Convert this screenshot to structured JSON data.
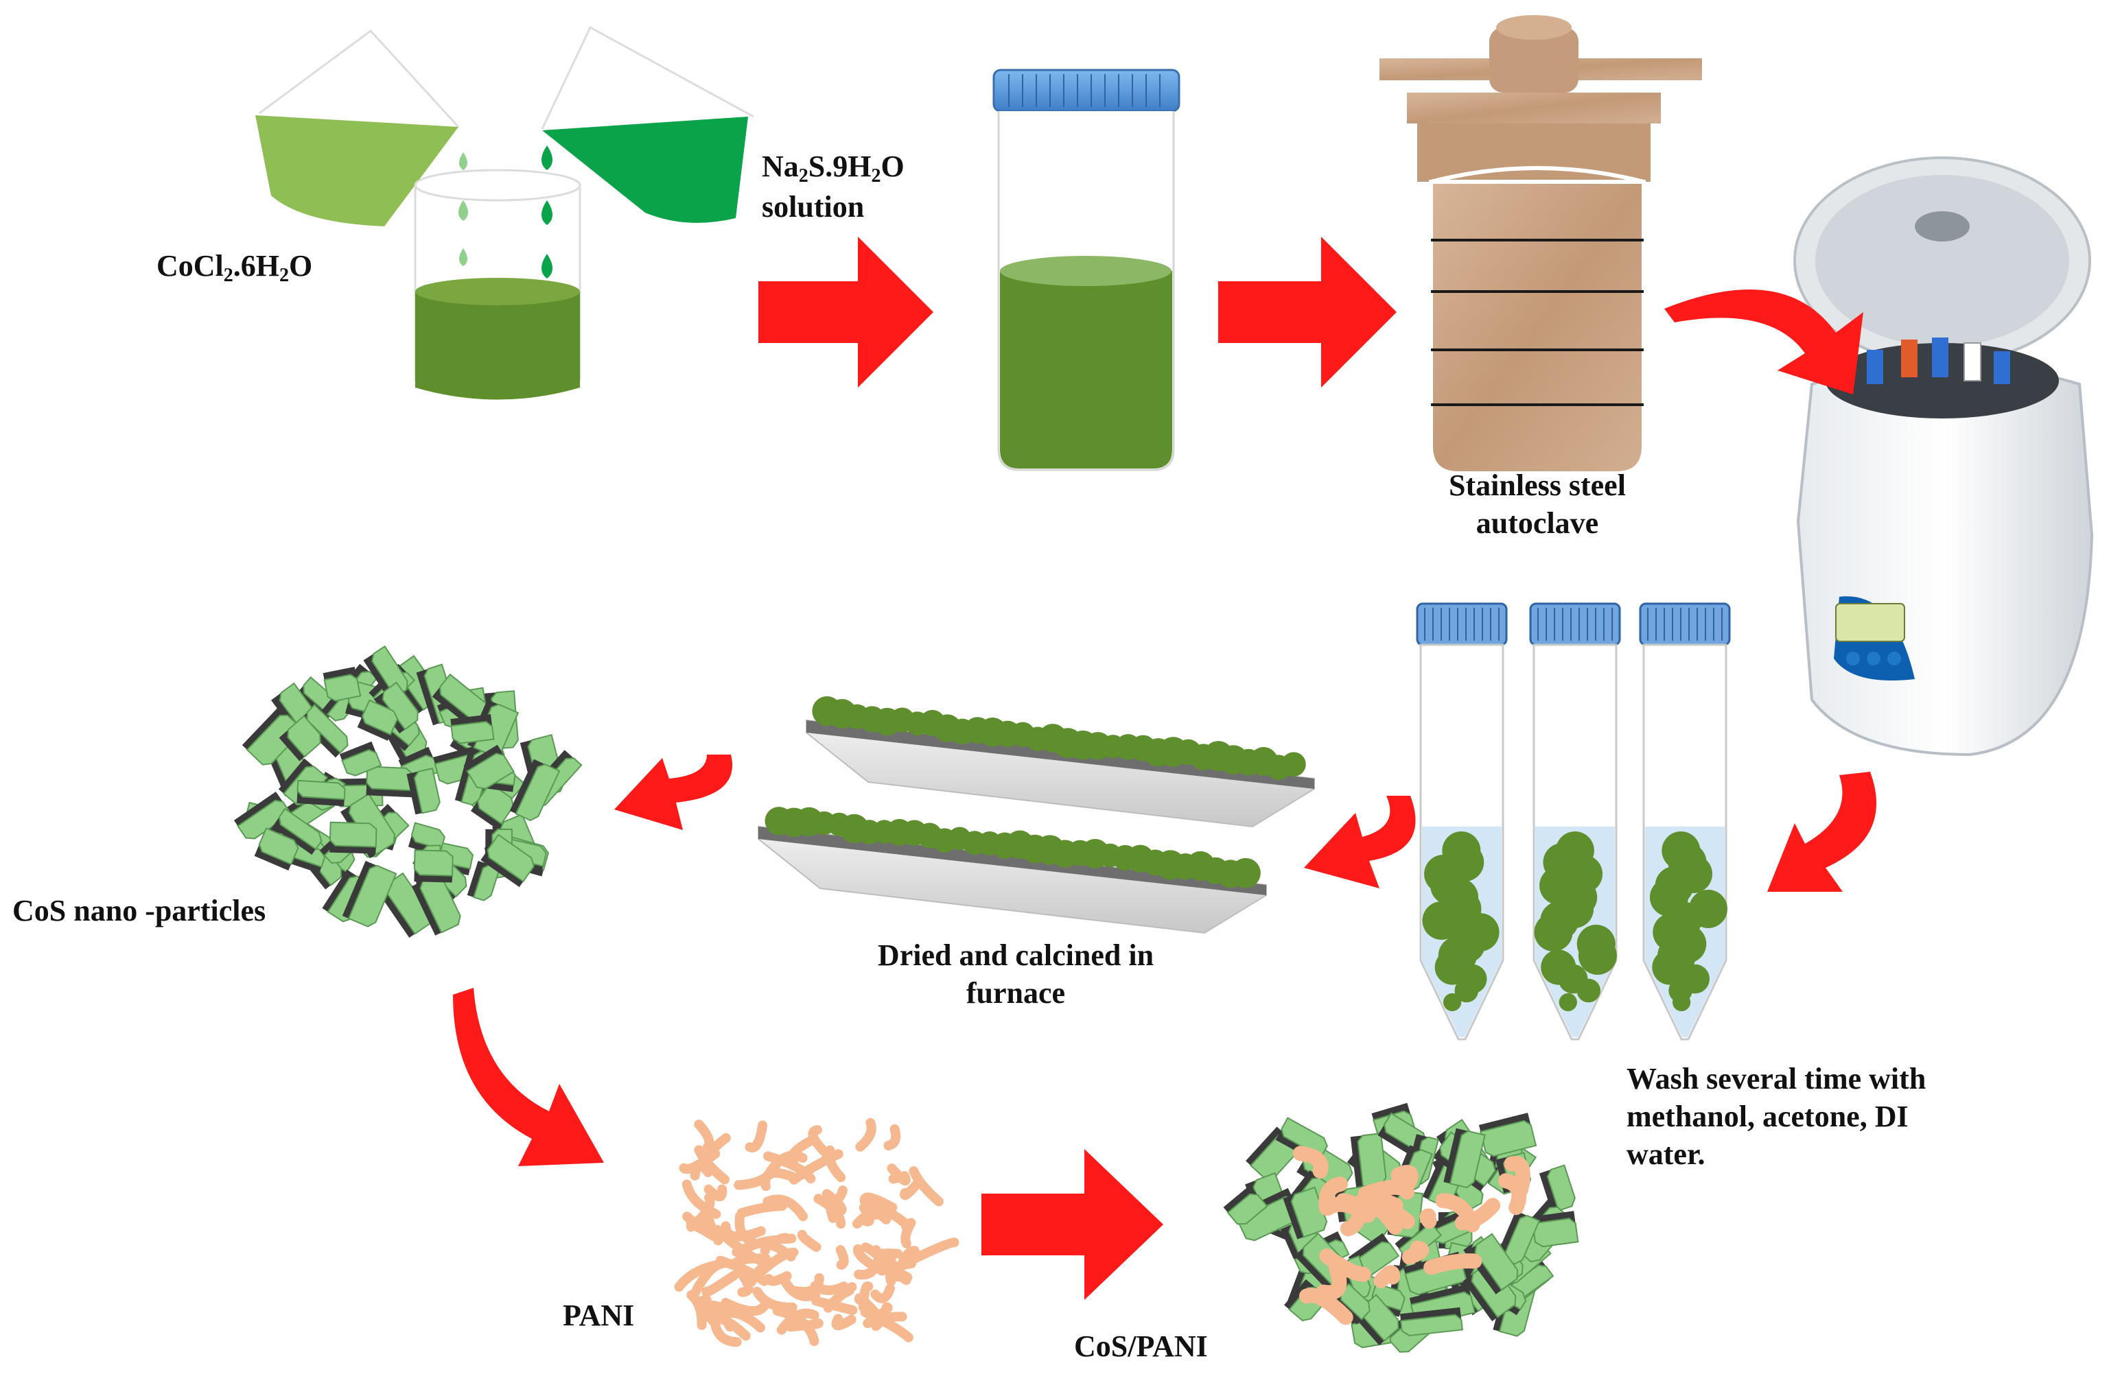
{
  "labels": {
    "cocl2_pre": "CoCl",
    "cocl2_sub": "2",
    "cocl2_post": ".6H",
    "cocl2_sub2": "2",
    "cocl2_end": "O",
    "na2s_pre": "Na",
    "na2s_sub": "2",
    "na2s_mid": "S.9H",
    "na2s_sub2": "2",
    "na2s_end": "O",
    "na2s_line2": "solution",
    "autoclave_line1": "Stainless steel",
    "autoclave_line2": "autoclave",
    "wash_line1": "Wash several time with",
    "wash_line2": "methanol, acetone, DI",
    "wash_line3": "water.",
    "dried_line1": "Dried and calcined in",
    "dried_line2": "furnace",
    "cos": "CoS  nano -particles",
    "pani": "PANI",
    "cospani": "CoS/PANI"
  },
  "colors": {
    "arrow_red": "#ff1a1a",
    "solution_green": "#5f8f2c",
    "light_green": "#8fbe55",
    "dark_green": "#0aa34a",
    "cap_blue": "#4a8fd8",
    "autoclave_tan": "#c9a383",
    "particle_green": "#8fcf86",
    "pani_orange": "#f6b88e"
  }
}
